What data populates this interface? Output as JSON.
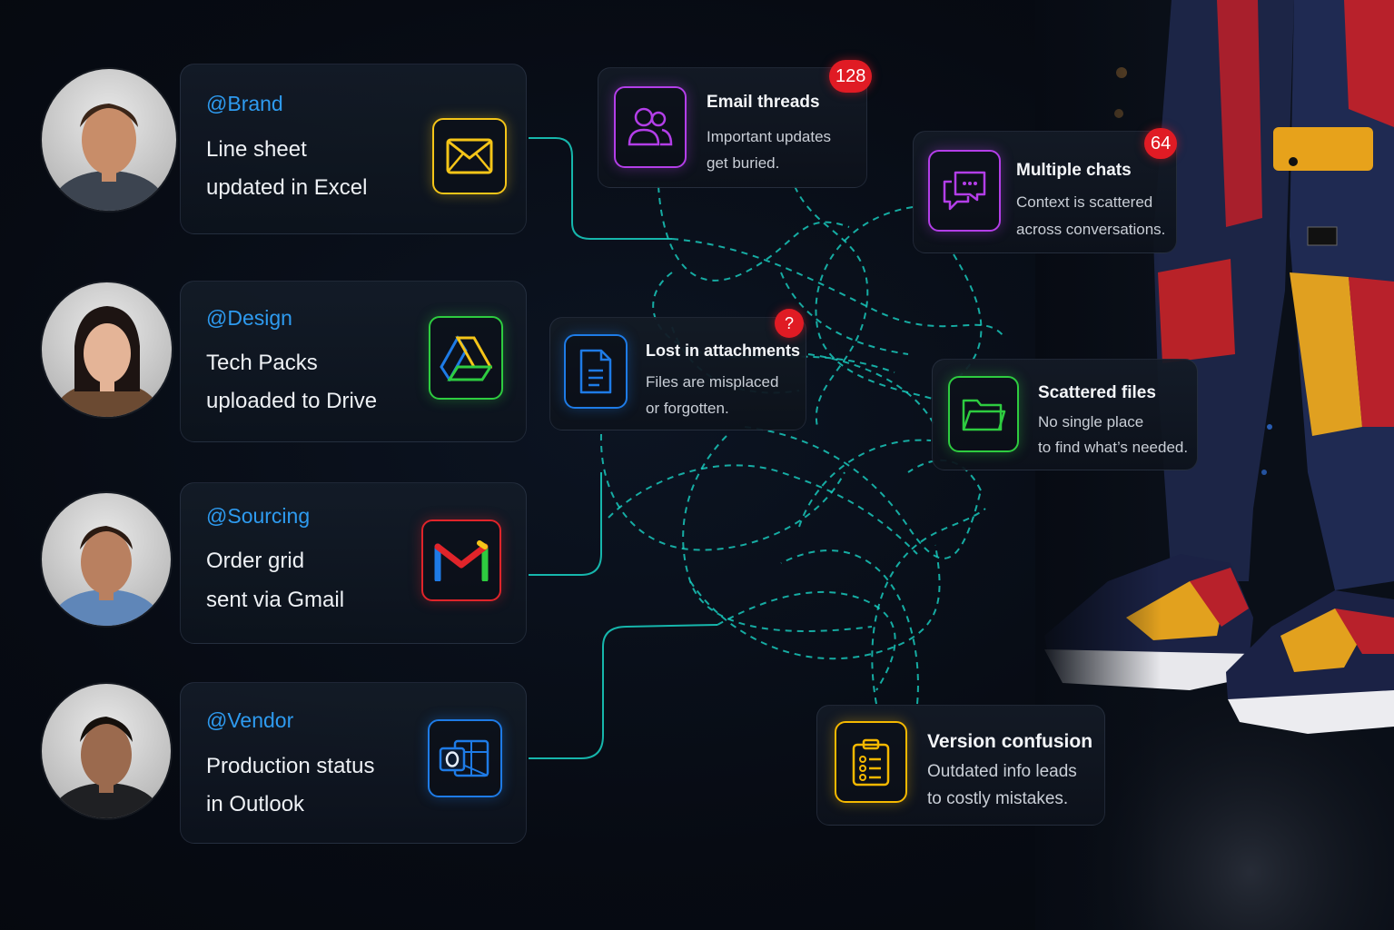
{
  "people": [
    {
      "handle": "@Brand",
      "line1": "Line sheet",
      "line2": "updated in Excel",
      "app_icon": "excel-mail-icon",
      "accent": "#f5c518"
    },
    {
      "handle": "@Design",
      "line1": "Tech Packs",
      "line2": "uploaded to Drive",
      "app_icon": "google-drive-icon",
      "accent": "#2ecc40"
    },
    {
      "handle": "@Sourcing",
      "line1": "Order grid",
      "line2": "sent via Gmail",
      "app_icon": "gmail-icon",
      "accent": "#e0242a"
    },
    {
      "handle": "@Vendor",
      "line1": "Production status",
      "line2": "in Outlook",
      "app_icon": "outlook-icon",
      "accent": "#1e7be6"
    }
  ],
  "issues": {
    "email": {
      "title": "Email threads",
      "line1": "Important updates",
      "line2": "get buried.",
      "badge": "128",
      "icon": "users-icon",
      "accent": "#b33ee8"
    },
    "chats": {
      "title": "Multiple chats",
      "line1": "Context is scattered",
      "line2": "across conversations.",
      "badge": "64",
      "icon": "chat-bubbles-icon",
      "accent": "#b33ee8"
    },
    "attachments": {
      "title": "Lost in attachments",
      "line1": "Files are misplaced",
      "line2": "or forgotten.",
      "badge": "?",
      "icon": "document-icon",
      "accent": "#1e7be6"
    },
    "files": {
      "title": "Scattered files",
      "line1": "No single place",
      "line2": "to find what’s needed.",
      "icon": "folder-icon",
      "accent": "#2ecc40"
    },
    "version": {
      "title": "Version confusion",
      "line1": "Outdated info leads",
      "line2": "to costly mistakes.",
      "icon": "clipboard-checklist-icon",
      "accent": "#f5b800"
    }
  },
  "colors": {
    "connector": "#19d3c5",
    "handle": "#2e9bf0",
    "badge": "#e01b24"
  }
}
